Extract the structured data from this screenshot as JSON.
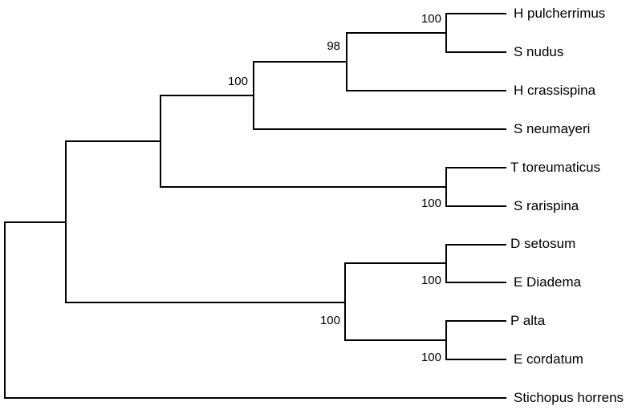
{
  "tree": {
    "taxa": [
      "H pulcherrimus",
      "S nudus",
      "H crassispina",
      "S neumayeri",
      "T toreumaticus",
      "S rarispina",
      "D setosum",
      "E Diadema",
      "P alta",
      "E cordatum",
      "Stichopus horrens"
    ],
    "clades": [
      {
        "id": "c_pulch_nudus",
        "members": [
          "H pulcherrimus",
          "S nudus"
        ],
        "support": "100"
      },
      {
        "id": "c_crass",
        "members": [
          "c_pulch_nudus",
          "H crassispina"
        ],
        "support": "98"
      },
      {
        "id": "c_neum",
        "members": [
          "c_crass",
          "S neumayeri"
        ],
        "support": "100"
      },
      {
        "id": "c_toreum",
        "members": [
          "T toreumaticus",
          "S rarispina"
        ],
        "support": "100"
      },
      {
        "id": "c_echinoids",
        "members": [
          "c_neum",
          "c_toreum"
        ],
        "support": ""
      },
      {
        "id": "c_diadema",
        "members": [
          "D setosum",
          "E Diadema"
        ],
        "support": "100"
      },
      {
        "id": "c_palta",
        "members": [
          "P alta",
          "E cordatum"
        ],
        "support": "100"
      },
      {
        "id": "c_irregular",
        "members": [
          "c_diadema",
          "c_palta"
        ],
        "support": "100"
      },
      {
        "id": "c_ingroup",
        "members": [
          "c_echinoids",
          "c_irregular"
        ],
        "support": ""
      },
      {
        "id": "c_root",
        "members": [
          "c_ingroup",
          "Stichopus horrens"
        ],
        "support": ""
      }
    ],
    "line_color": "#000000",
    "background": "#ffffff"
  }
}
